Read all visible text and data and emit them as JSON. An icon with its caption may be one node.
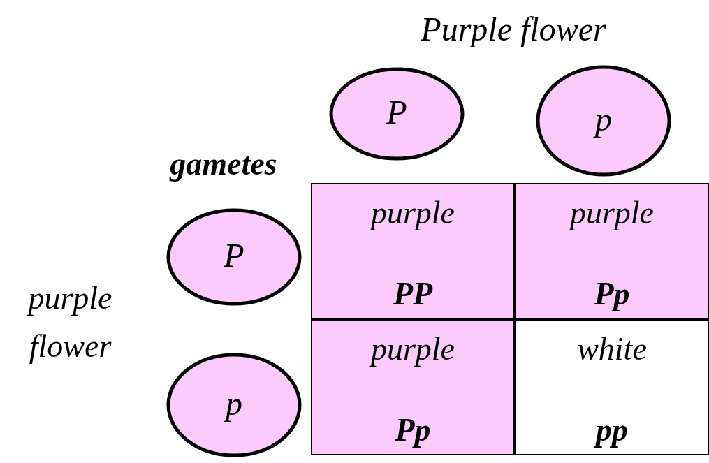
{
  "diagram": {
    "nodes": [
      {
        "text": [
          "P"
        ]
      },
      {
        "text": [
          "p"
        ]
      },
      {
        "text": [
          "purple",
          "PP"
        ]
      },
      {
        "text": [
          "purple",
          "Pp"
        ]
      },
      {
        "text": [
          "P"
        ]
      },
      {
        "text": [
          "purple",
          "Pp"
        ]
      },
      {
        "text": [
          "white",
          "pp"
        ]
      },
      {
        "text": [
          "p"
        ]
      }
    ],
    "edges": [],
    "labels": [
      "Purple flower",
      "gametes",
      "purple flower"
    ]
  }
}
